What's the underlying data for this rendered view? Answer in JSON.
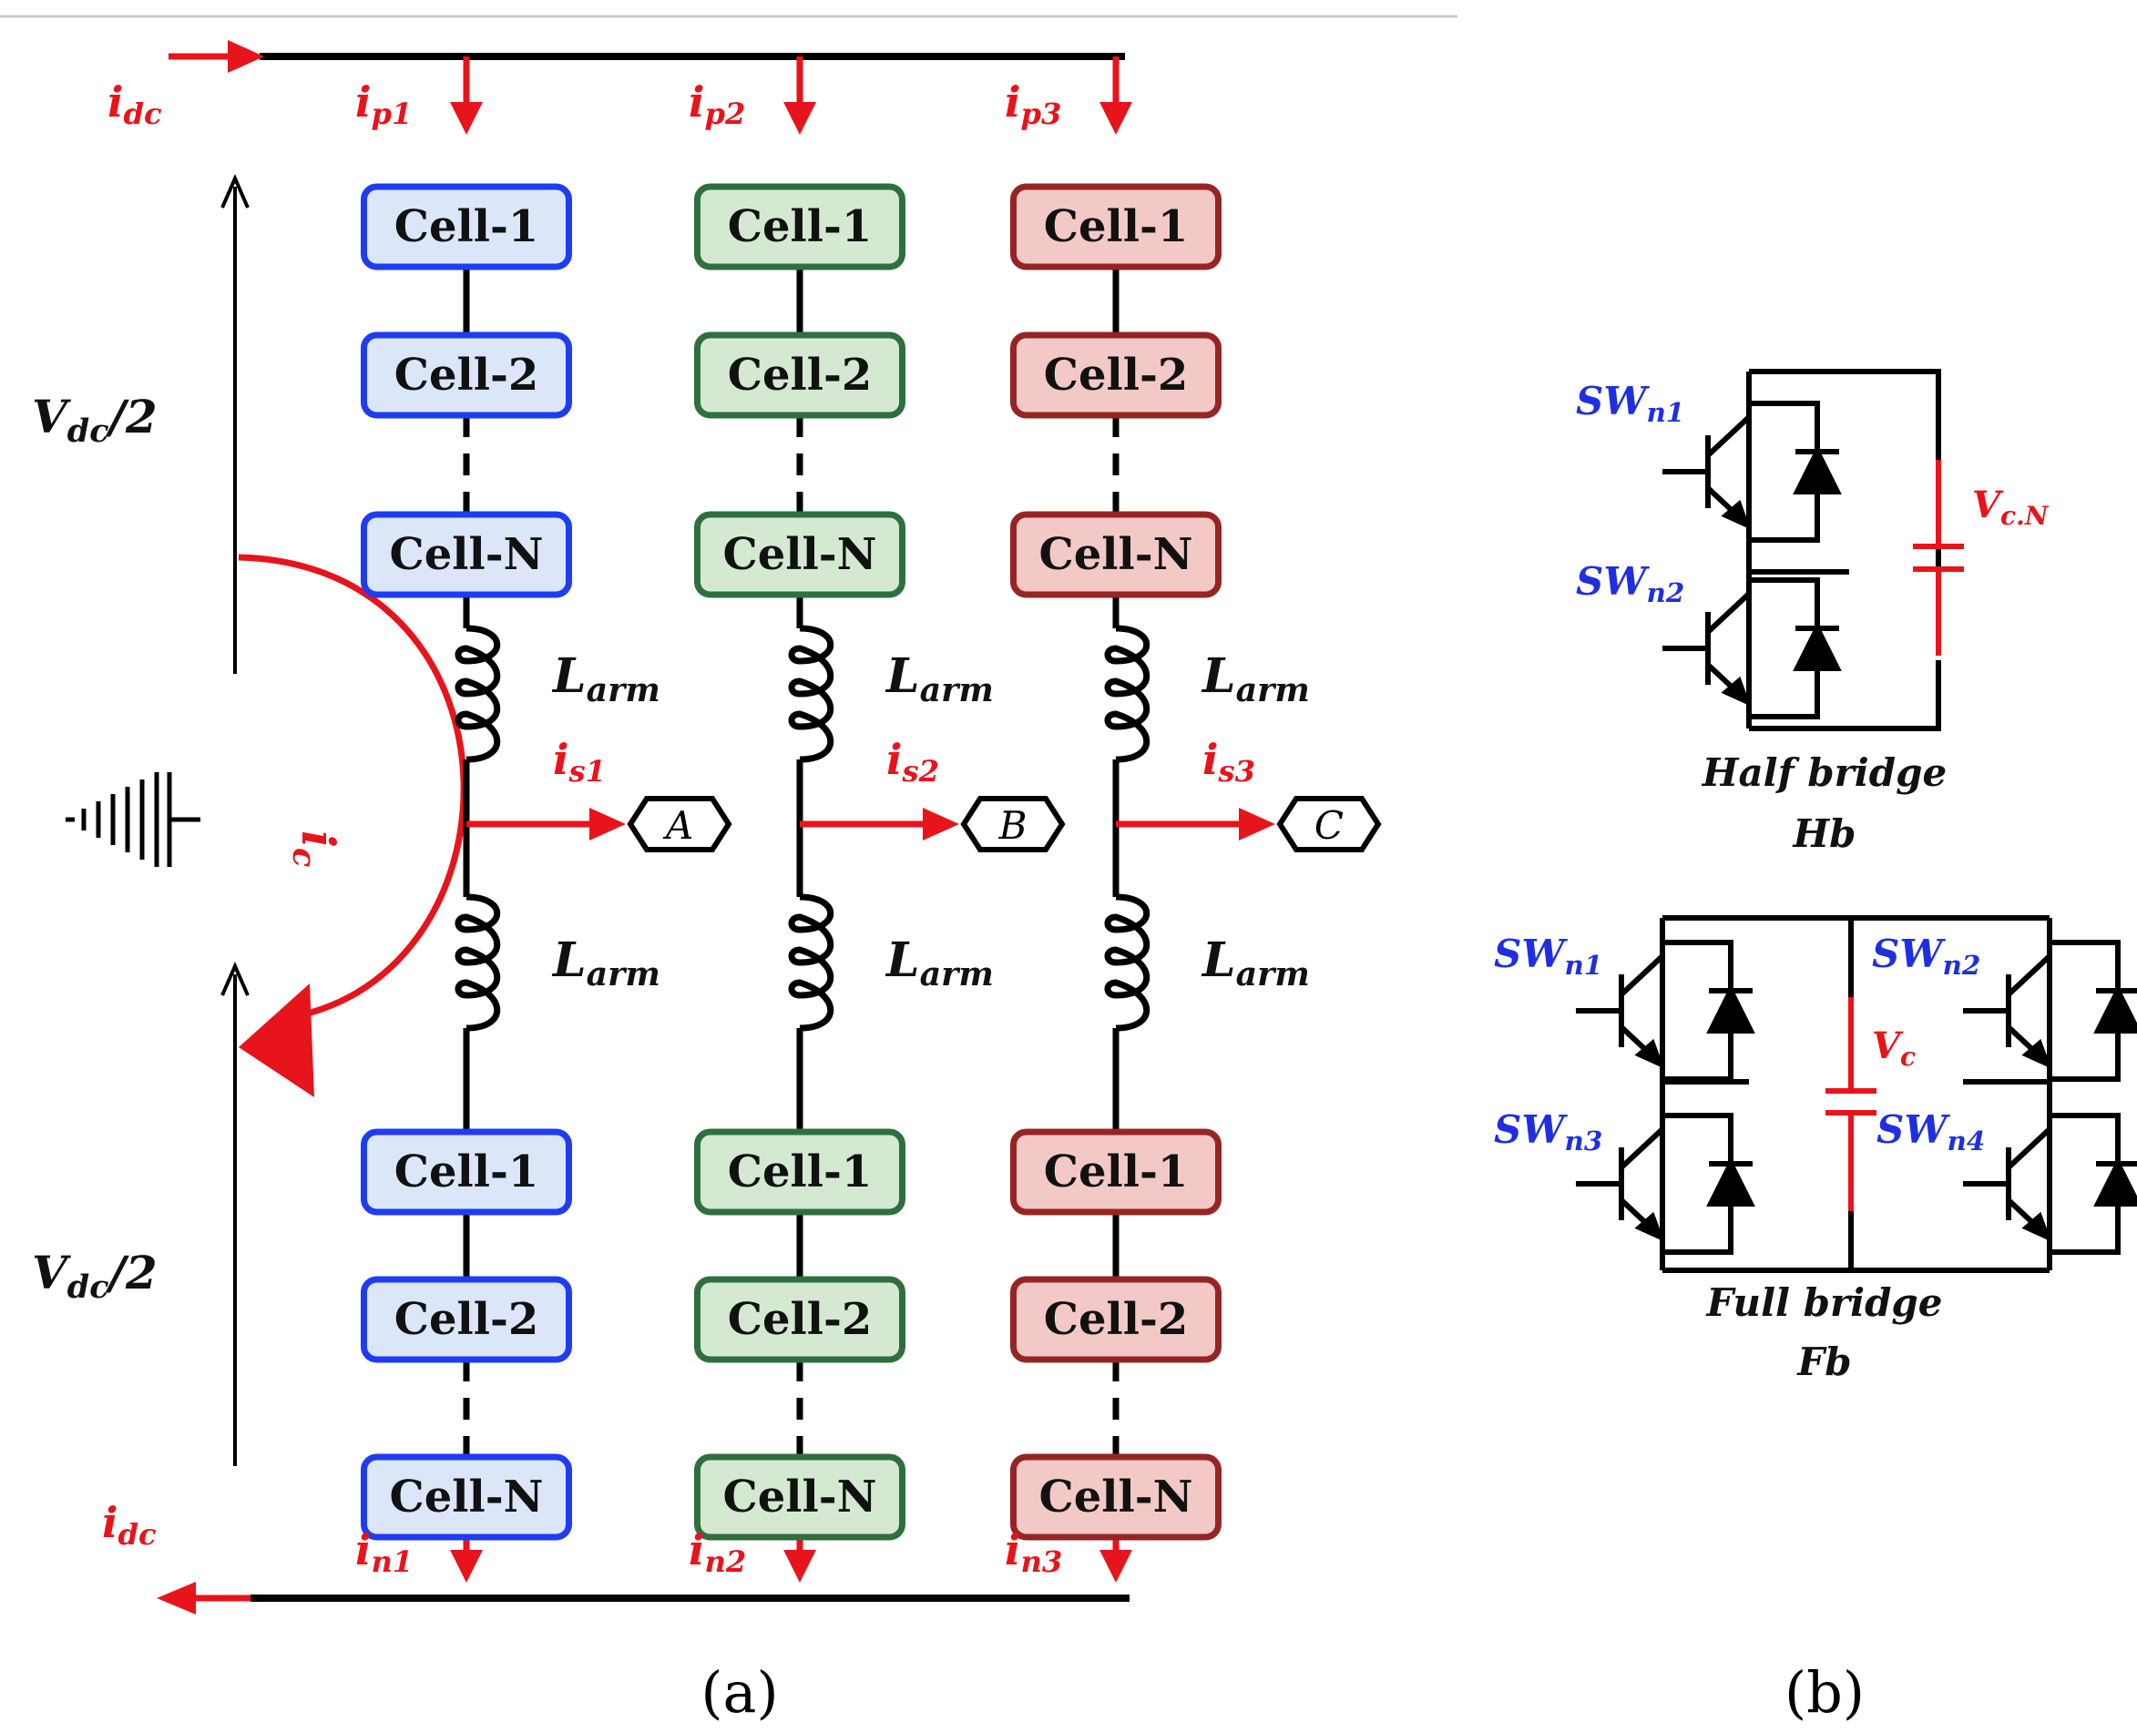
{
  "colors": {
    "current": "#e8141b",
    "phaseA": {
      "fill": "#dbe7f8",
      "stroke": "#1f3cf2"
    },
    "phaseB": {
      "fill": "#d5e9d2",
      "stroke": "#2f6f3e"
    },
    "phaseC": {
      "fill": "#f3c9c7",
      "stroke": "#972424"
    },
    "switchLabel": "#1f2fe0"
  },
  "cells": {
    "c1": "Cell-1",
    "c2": "Cell-2",
    "cN": "Cell-N"
  },
  "currents": {
    "idc": {
      "main": "i",
      "sub": "dc"
    },
    "ip1": {
      "main": "i",
      "sub": "p1"
    },
    "ip2": {
      "main": "i",
      "sub": "p2"
    },
    "ip3": {
      "main": "i",
      "sub": "p3"
    },
    "in1": {
      "main": "i",
      "sub": "n1"
    },
    "in2": {
      "main": "i",
      "sub": "n2"
    },
    "in3": {
      "main": "i",
      "sub": "n3"
    },
    "is1": {
      "main": "i",
      "sub": "s1"
    },
    "is2": {
      "main": "i",
      "sub": "s2"
    },
    "is3": {
      "main": "i",
      "sub": "s3"
    },
    "ic": {
      "main": "i",
      "sub": "c"
    }
  },
  "voltage": {
    "main": "V",
    "sub": "dc",
    "tail": "/2"
  },
  "inductor": {
    "main": "L",
    "sub": "arm"
  },
  "phases": [
    "A",
    "B",
    "C"
  ],
  "half_bridge": {
    "title": "Half bridge",
    "abbr": "Hb",
    "sw1": {
      "main": "SW",
      "sub": "n1"
    },
    "sw2": {
      "main": "SW",
      "sub": "n2"
    },
    "cap": {
      "main": "V",
      "sub": "c.N"
    }
  },
  "full_bridge": {
    "title": "Full bridge",
    "abbr": "Fb",
    "sw1": {
      "main": "SW",
      "sub": "n1"
    },
    "sw2": {
      "main": "SW",
      "sub": "n2"
    },
    "sw3": {
      "main": "SW",
      "sub": "n3"
    },
    "sw4": {
      "main": "SW",
      "sub": "n4"
    },
    "cap": {
      "main": "V",
      "sub": "c"
    }
  },
  "captions": {
    "a": "(a)",
    "b": "(b)"
  }
}
